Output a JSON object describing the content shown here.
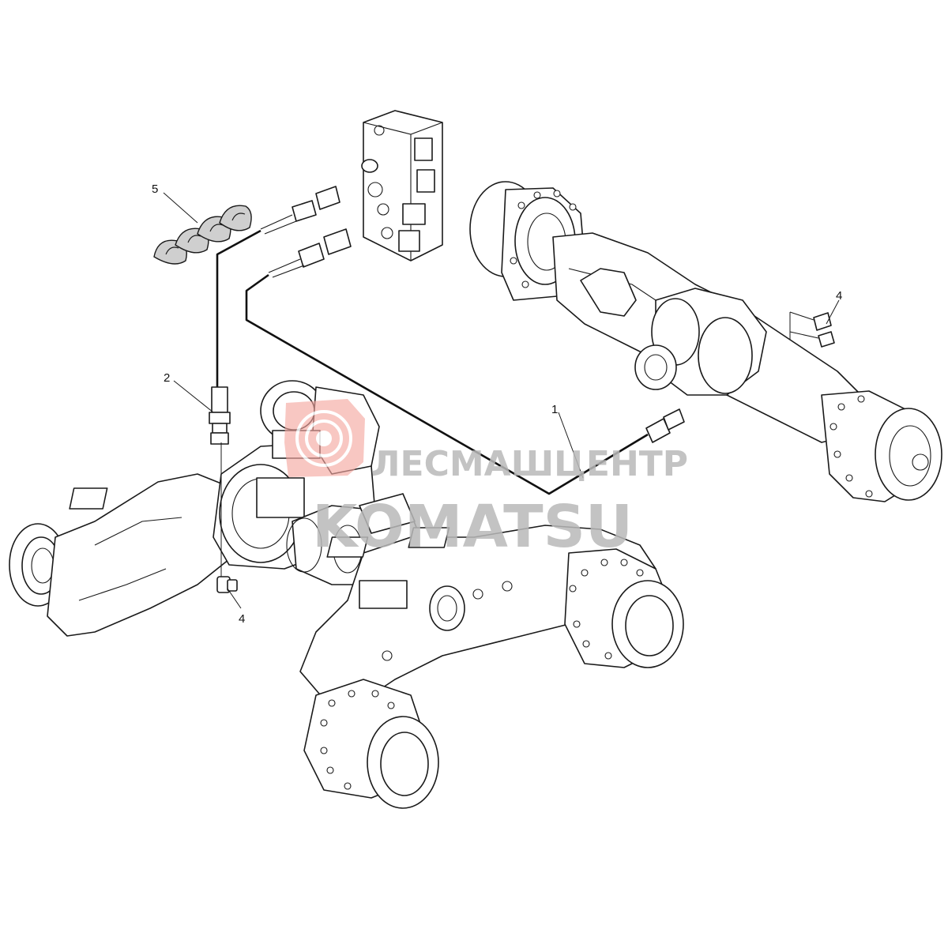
{
  "callouts": [
    {
      "id": "1",
      "label": "1"
    },
    {
      "id": "2",
      "label": "2"
    },
    {
      "id": "3",
      "label": "4"
    },
    {
      "id": "4",
      "label": "4"
    },
    {
      "id": "5",
      "label": "5"
    }
  ],
  "watermark": {
    "line1": "ЛЕСМАШЦЕНТР",
    "line2": "KOMATSU",
    "logo_color": "#f4a7a0",
    "text_color": "#b9b9b9"
  },
  "colors": {
    "line": "#1a1a1a",
    "background": "#ffffff"
  }
}
